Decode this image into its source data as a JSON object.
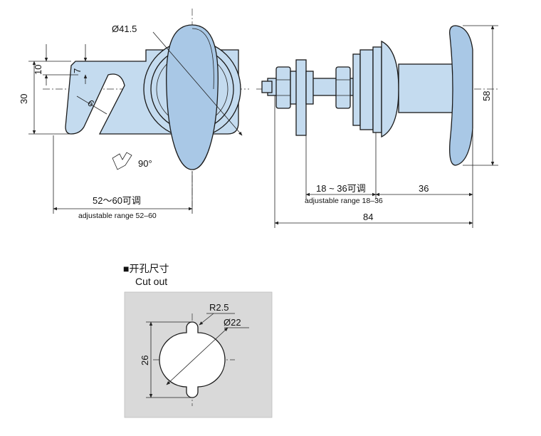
{
  "side_view": {
    "diameter_label": "Ø41.5",
    "dim_10": "10",
    "dim_7": "7",
    "dim_30": "30",
    "dim_6": "6",
    "rotation_label": "90°",
    "range_label": "52～60可调",
    "range_label_en": "adjustable range 52–60"
  },
  "front_view": {
    "range_label": "18 ~ 36可调",
    "range_label_en": "adjustable range 18–36",
    "dim_36": "36",
    "dim_84": "84",
    "dim_58": "58"
  },
  "cutout": {
    "title_cn": "■开孔尺寸",
    "title_en": "Cut out",
    "radius_label": "R2.5",
    "diameter_label": "Ø22",
    "dim_26": "26",
    "panel_color": "#d9d9d9"
  },
  "colors": {
    "part_fill": "#c4dbef",
    "outline": "#1a1a1a"
  }
}
